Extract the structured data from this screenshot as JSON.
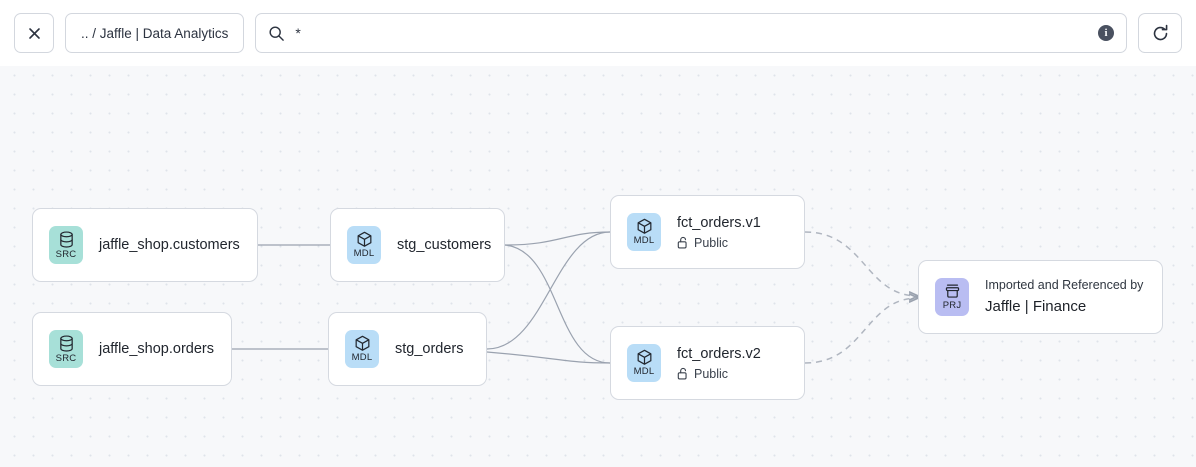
{
  "toolbar": {
    "close_label": "×",
    "close_icon": "close-icon",
    "breadcrumb": ".. / Jaffle | Data Analytics",
    "search_icon": "search-icon",
    "search_value": "*",
    "search_placeholder": "Search",
    "info_label": "i",
    "info_icon": "info-icon",
    "refresh_icon": "refresh-icon"
  },
  "graph": {
    "nodes": [
      {
        "id": "jaffle_shop_customers",
        "badge": "SRC",
        "badge_icon": "database-icon",
        "title": "jaffle_shop.customers"
      },
      {
        "id": "jaffle_shop_orders",
        "badge": "SRC",
        "badge_icon": "database-icon",
        "title": "jaffle_shop.orders"
      },
      {
        "id": "stg_customers",
        "badge": "MDL",
        "badge_icon": "cube-icon",
        "title": "stg_customers"
      },
      {
        "id": "stg_orders",
        "badge": "MDL",
        "badge_icon": "cube-icon",
        "title": "stg_orders"
      },
      {
        "id": "fct_orders_v1",
        "badge": "MDL",
        "badge_icon": "cube-icon",
        "title": "fct_orders.v1",
        "access": "Public",
        "access_icon": "unlock-icon"
      },
      {
        "id": "fct_orders_v2",
        "badge": "MDL",
        "badge_icon": "cube-icon",
        "title": "fct_orders.v2",
        "access": "Public",
        "access_icon": "unlock-icon"
      },
      {
        "id": "jaffle_finance",
        "badge": "PRJ",
        "badge_icon": "project-box-icon",
        "kicker": "Imported and Referenced by",
        "title": "Jaffle | Finance"
      }
    ],
    "colors": {
      "src_badge": "#a7e0d8",
      "mdl_badge": "#b9ddf7",
      "prj_badge": "#b9bdf2",
      "edge": "#9aa2af",
      "node_border": "#d5d9e0",
      "canvas_bg": "#f7f8fa",
      "dot": "#dfe3ea"
    }
  }
}
